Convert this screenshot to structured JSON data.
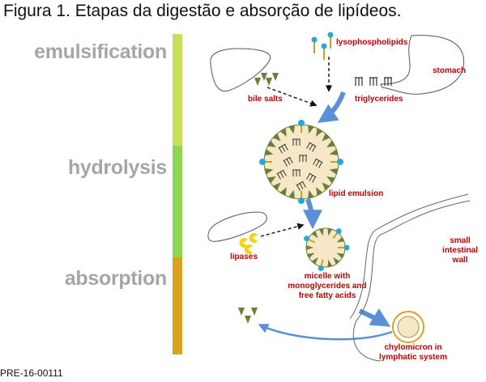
{
  "figure": {
    "title": "Figura 1. Etapas da digestão e absorção de lipídeos.",
    "code": "PRE-16-00111"
  },
  "stages": [
    {
      "label": "emulsification",
      "color": "#c6e05a"
    },
    {
      "label": "hydrolysis",
      "color": "#8fd650"
    },
    {
      "label": "absorption",
      "color": "#d9a21f"
    }
  ],
  "labels": {
    "lysophospholipids": "lysophospholipids",
    "stomach": "stomach",
    "bile_salts": "bile salts",
    "triglycerides": "triglycerides",
    "lipid_emulsion": "lipid emulsion",
    "lipases": "lipases",
    "micelle": "micelle with monoglycerides and free fatty acids",
    "small_intestinal_wall": "small intestinal wall",
    "chylomicron": "chylomicron in lymphatic system"
  },
  "colors": {
    "label_red": "#c00000",
    "arrow_blue": "#5b8fd6",
    "triangle_green": "#6a7f3a",
    "phospholipid_blue": "#2aa7d9",
    "lipase_yellow": "#f3d21a"
  }
}
